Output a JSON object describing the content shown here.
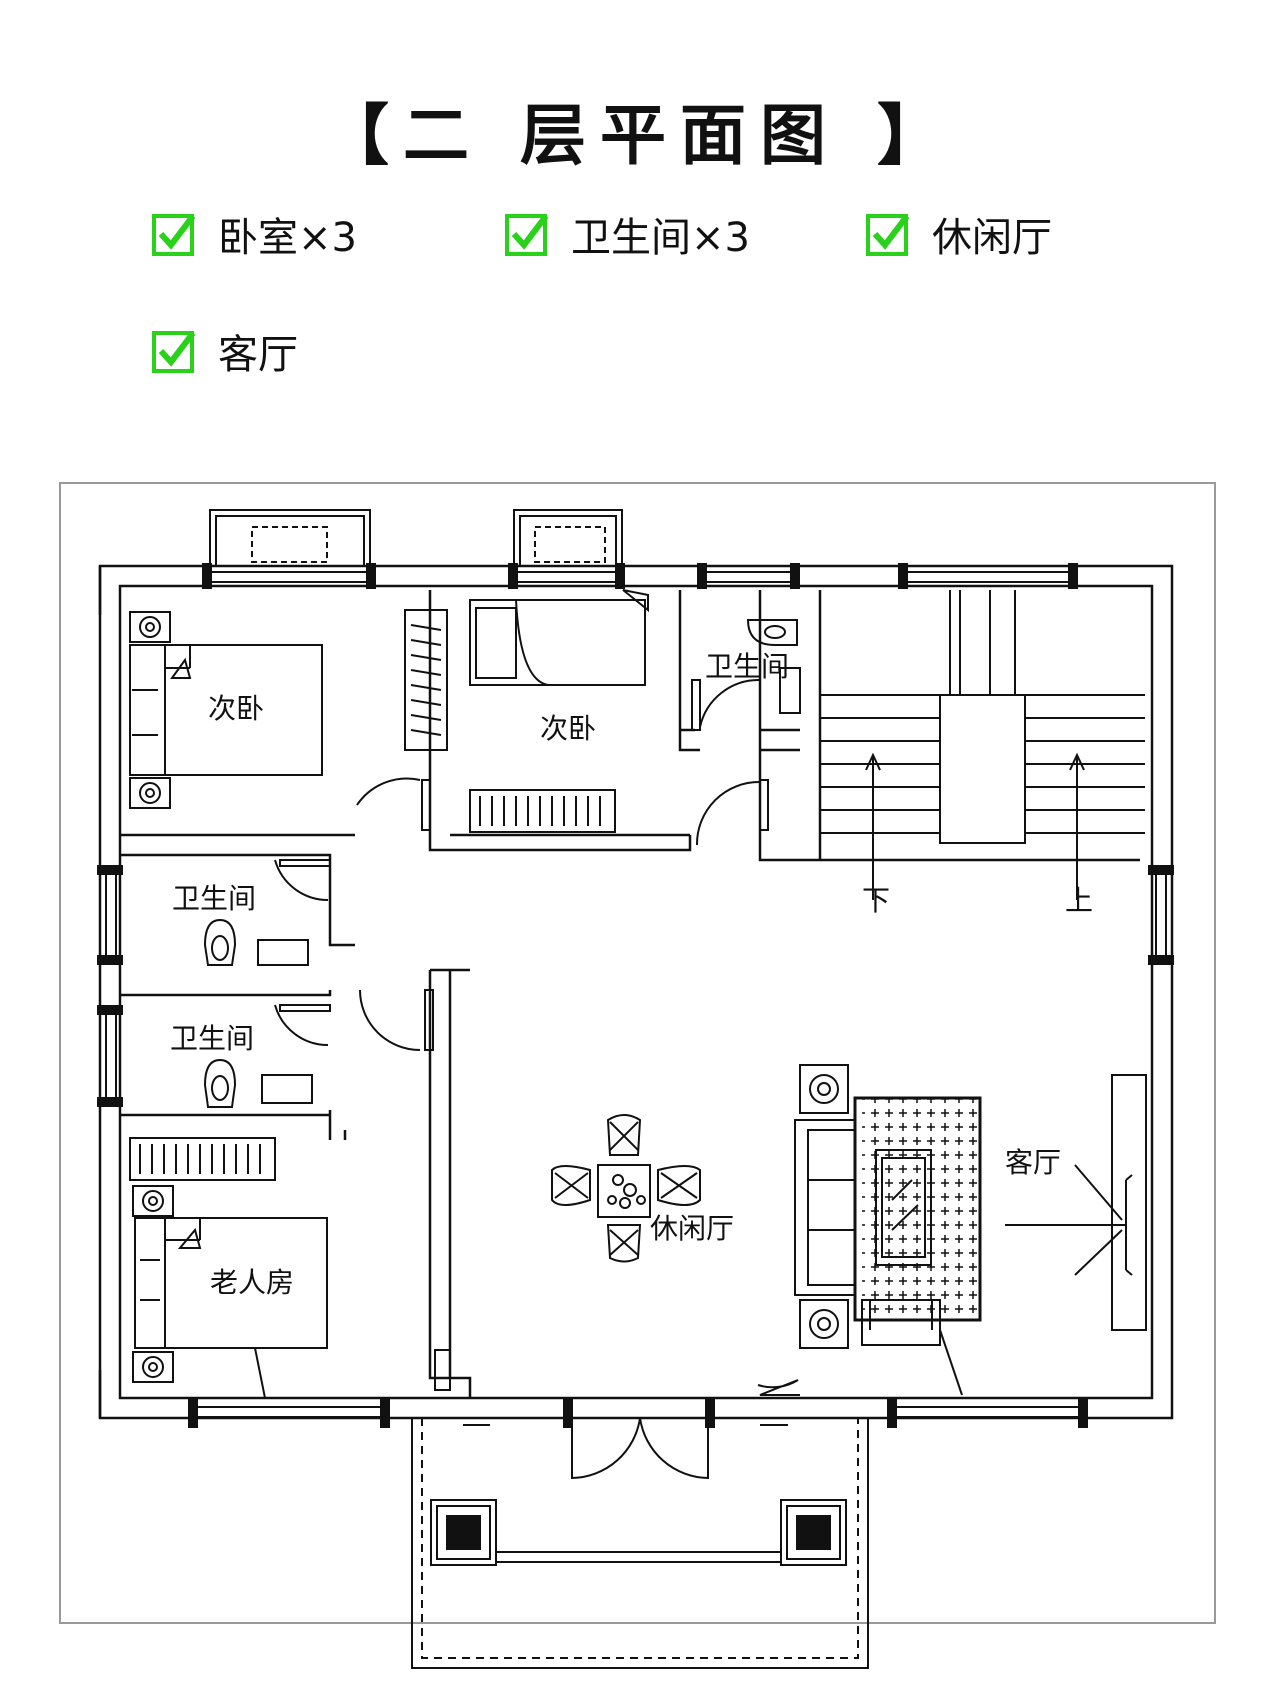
{
  "title": "【二 层平面图 】",
  "features": [
    {
      "label": "卧室×3",
      "icon": "check-icon"
    },
    {
      "label": "卫生间×3",
      "icon": "check-icon"
    },
    {
      "label": "休闲厅",
      "icon": "check-icon"
    },
    {
      "label": "客厅",
      "icon": "check-icon"
    }
  ],
  "colors": {
    "check_green": "#2ad11a",
    "line": "#111111"
  },
  "plan": {
    "rooms": {
      "bedroom_a": "次卧",
      "bedroom_b": "次卧",
      "bath_top": "卫生间",
      "bath_mid": "卫生间",
      "bath_low": "卫生间",
      "elder_room": "老人房",
      "leisure_hall": "休闲厅",
      "living_room": "客厅"
    },
    "stairs": {
      "down": "下",
      "up": "上"
    }
  }
}
